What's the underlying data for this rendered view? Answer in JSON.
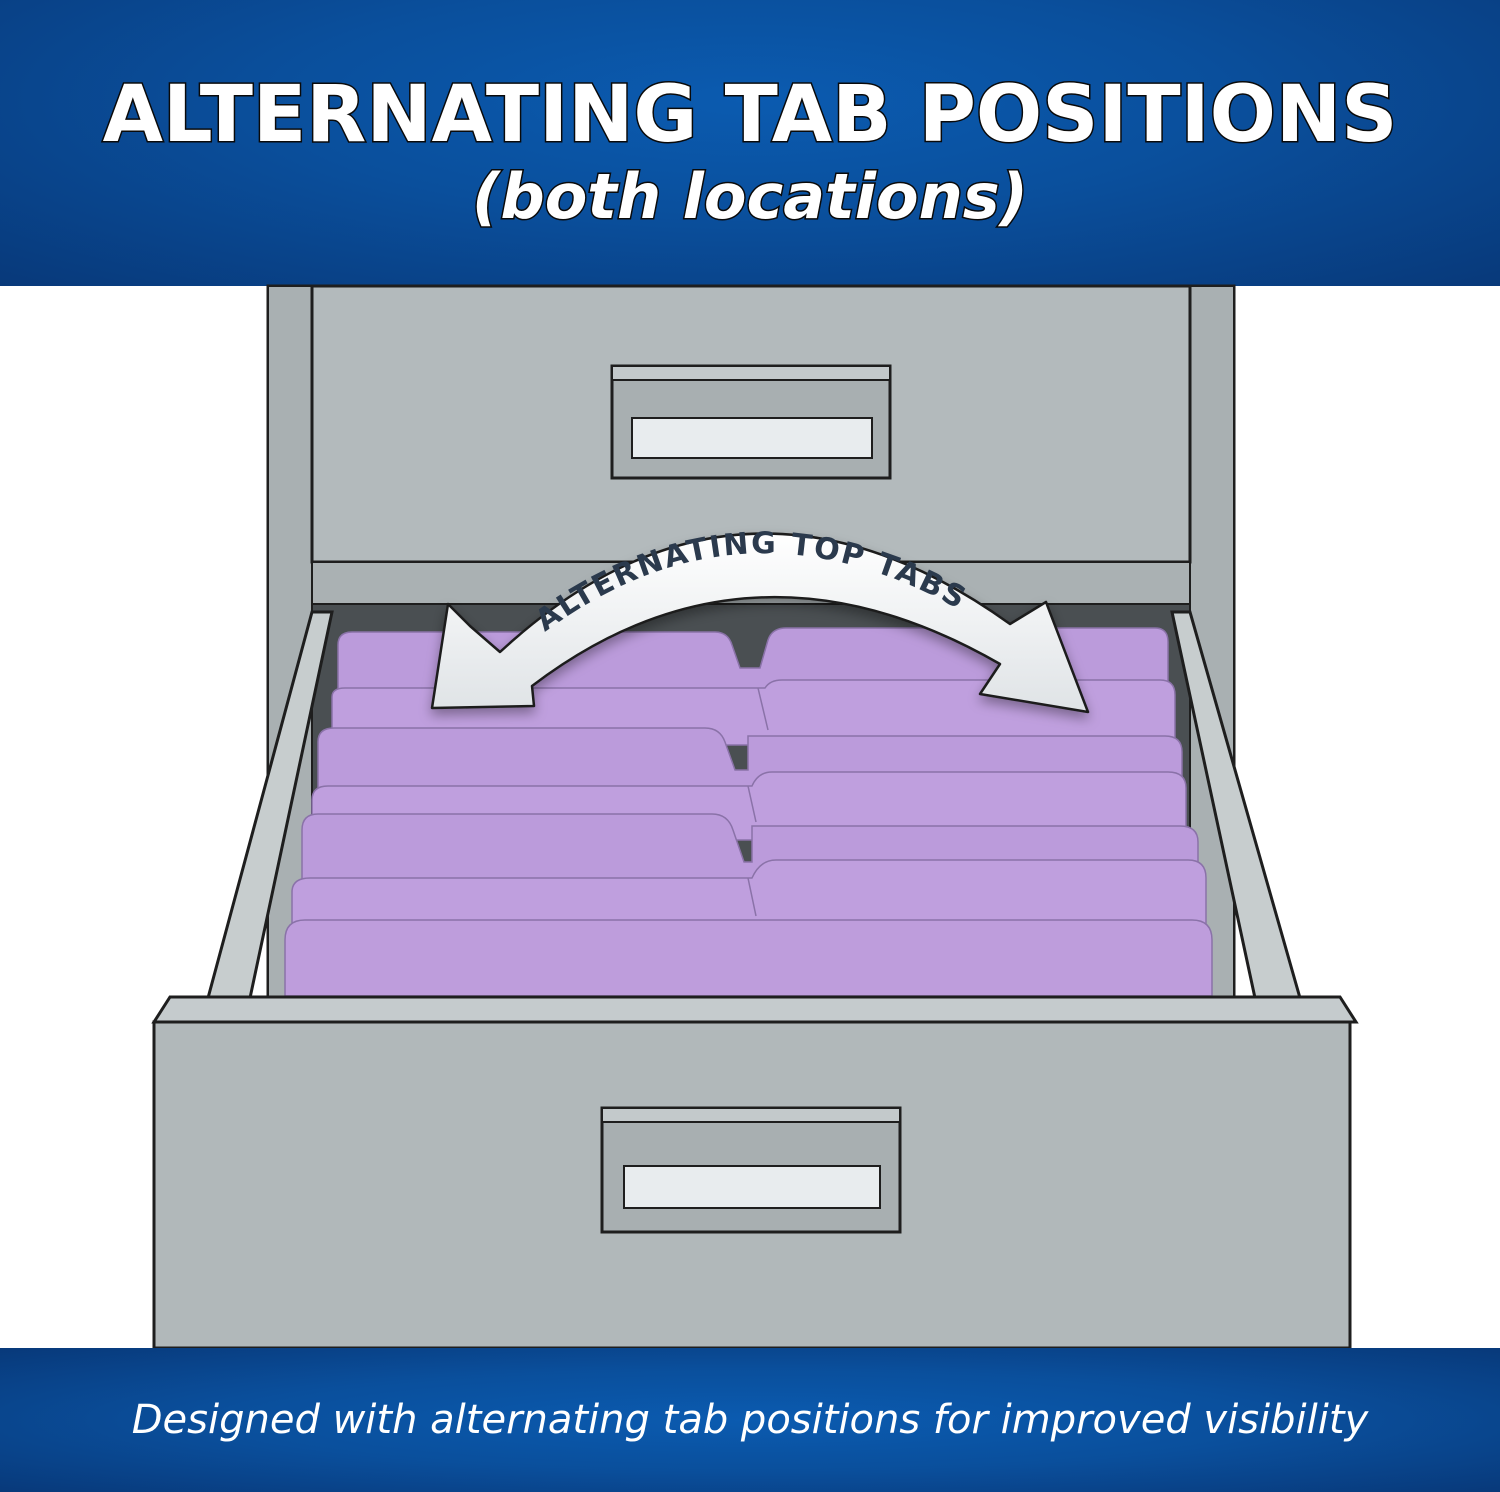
{
  "header": {
    "title": "ALTERNATING TAB POSITIONS",
    "subtitle": "(both locations)"
  },
  "arrow_label": "ALTERNATING TOP TABS",
  "footer": {
    "caption": "Designed with alternating tab positions for improved visibility"
  },
  "colors": {
    "band_blue": "#0a4f9c",
    "cabinet_gray": "#b0b7b9",
    "folder_lavender": "#be9ddc",
    "outline": "#1e1e1e"
  },
  "icons": [
    "file-cabinet-icon",
    "curved-double-arrow-icon",
    "file-folder-icon",
    "drawer-handle-icon"
  ]
}
